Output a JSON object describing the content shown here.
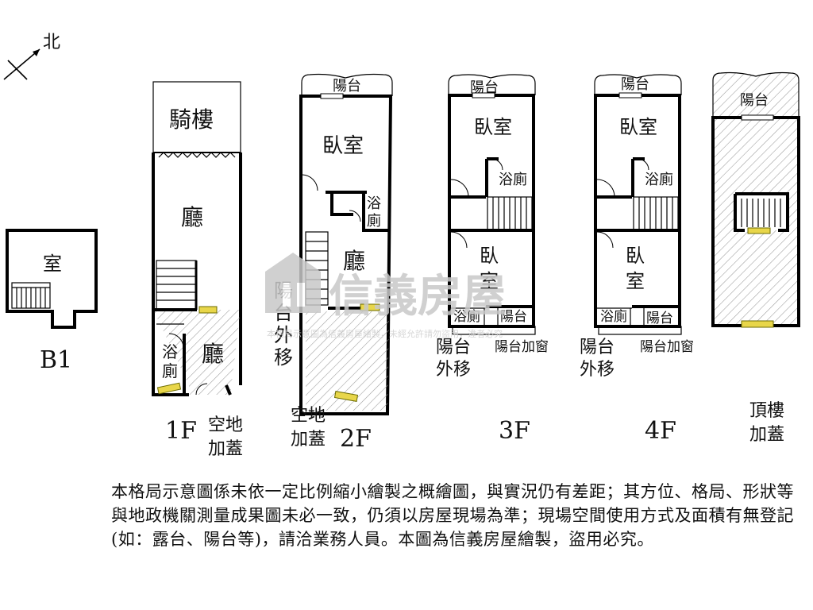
{
  "compass": {
    "north": "北"
  },
  "floors": {
    "b1": {
      "label": "B1",
      "room": "室"
    },
    "f1": {
      "label": "1F",
      "arcade": "騎樓",
      "hall_upper": "廳",
      "hall_lower": "廳",
      "bath": "浴\n廁",
      "ext": "空地\n加蓋"
    },
    "f2": {
      "label": "2F",
      "balcony": "陽台",
      "bedroom": "臥室",
      "bath": "浴\n廁",
      "hall": "廳",
      "balcony_out": "陽\n台\n外\n移",
      "ext": "空地\n加蓋"
    },
    "f3": {
      "label": "3F",
      "balcony": "陽台",
      "bedroom_top": "臥室",
      "bath_top": "浴廁",
      "bedroom_mid": "臥\n室",
      "bath_bottom": "浴廁",
      "balcony_bottom": "陽台",
      "balcony_out": "陽台\n外移",
      "window_add": "陽台加窗"
    },
    "f4": {
      "label": "4F",
      "balcony": "陽台",
      "bedroom_top": "臥室",
      "bath_top": "浴廁",
      "bedroom_mid": "臥\n室",
      "bath_bottom": "浴廁",
      "balcony_bottom": "陽台",
      "balcony_out": "陽台\n外移",
      "window_add": "陽台加窗"
    },
    "roof": {
      "balcony": "陽台",
      "label": "頂樓\n加蓋"
    }
  },
  "watermark": {
    "brand": "信義房屋",
    "notice": "本格局示意圖為信義房屋繪製，未經允許請勿盜用，違者必究"
  },
  "disclaimer": "本格局示意圖係未依一定比例縮小繪製之概繪圖，與實況仍有差距；其方位、格局、形狀等與地政機關測量成果圖未必一致，仍須以房屋現場為準；現場空間使用方式及面積有無登記(如：露台、陽台等)，請洽業務人員。本圖為信義房屋繪製，盜用必究。"
}
